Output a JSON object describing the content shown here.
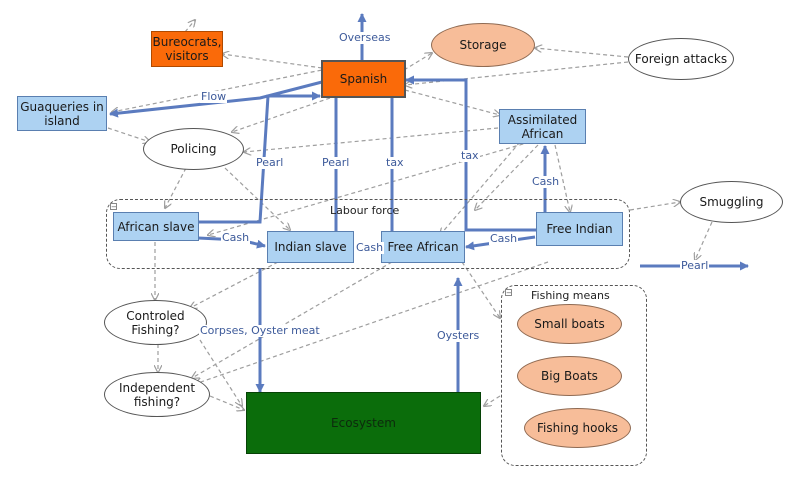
{
  "nodes": {
    "bureocrats": "Bureocrats,\nvisitors",
    "spanish": "Spanish",
    "storage": "Storage",
    "foreign_attacks": "Foreign attacks",
    "guaqueries": "Guaqueries in\nisland",
    "policing": "Policing",
    "assimilated_african": "Assimilated\nAfrican",
    "smuggling": "Smuggling",
    "african_slave": "African slave",
    "indian_slave": "Indian slave",
    "free_african": "Free African",
    "free_indian": "Free Indian",
    "controled_fishing": "Controled\nFishing?",
    "independent_fishing": "Independent\nfishing?",
    "ecosystem": "Ecosystem",
    "small_boats": "Small boats",
    "big_boats": "Big Boats",
    "fishing_hooks": "Fishing hooks"
  },
  "groups": {
    "labour_force": "Labour force",
    "fishing_means": "Fishing means"
  },
  "edge_labels": {
    "overseas": "Overseas",
    "flow": "Flow",
    "pearl_1": "Pearl",
    "pearl_2": "Pearl",
    "tax_1": "tax",
    "tax_2": "tax",
    "cash_1": "Cash",
    "cash_2": "Cash",
    "cash_3": "Cash",
    "cash_4": "Cash",
    "pearl_3": "Pearl",
    "corpses": "Corpses, Oyster meat",
    "oysters": "Oysters"
  },
  "colors": {
    "flow_arrow": "#5b7bbf",
    "dashed_arrow": "#9e9e9e",
    "blue_node": "#add2f2",
    "orange_node": "#fa6a09",
    "green_node": "#0b6d0b",
    "peach_node": "#f7bd99"
  }
}
